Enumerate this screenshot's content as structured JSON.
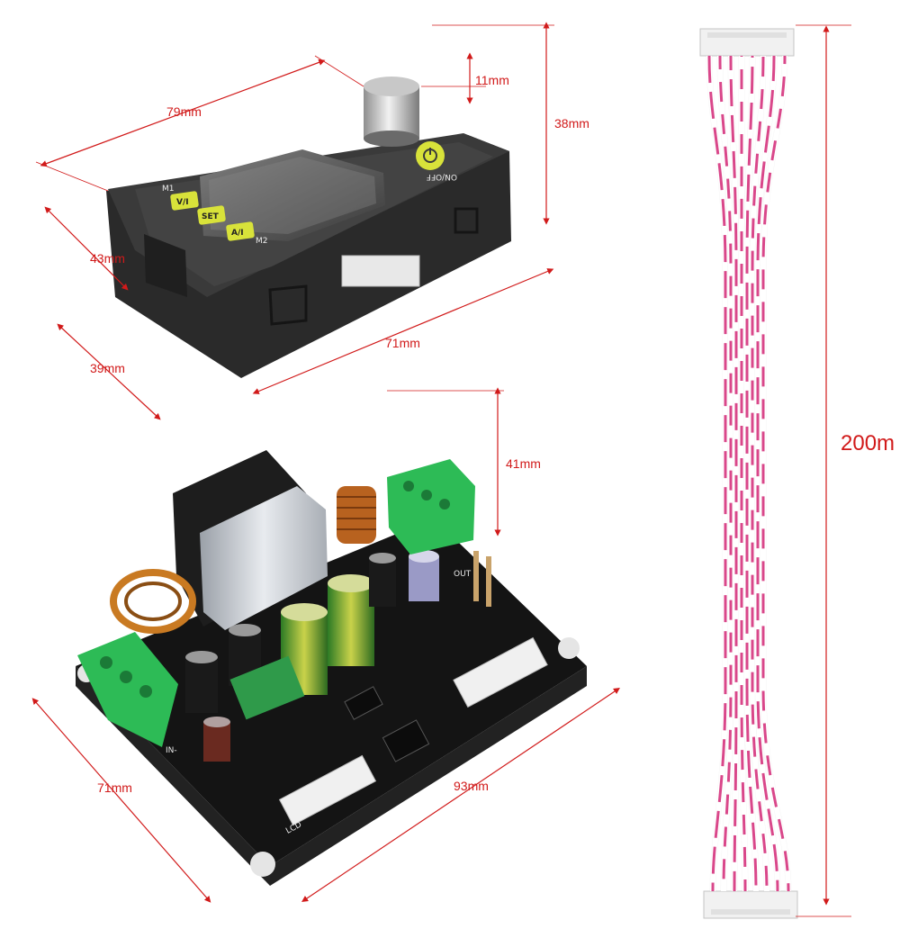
{
  "dimensions": {
    "module_width": "79mm",
    "knob_height": "11mm",
    "module_height": "38mm",
    "module_depth": "43mm",
    "panel_depth": "39mm",
    "panel_width": "71mm",
    "board_height": "41mm",
    "board_depth": "71mm",
    "board_width": "93mm",
    "cable_length": "200m"
  },
  "module": {
    "btn_vi": "V/I",
    "btn_set": "SET",
    "btn_ai": "A/I",
    "label_m1": "M1",
    "label_m2": "M2",
    "label_onoff": "ON/OFF"
  },
  "board": {
    "label_in": "IN-",
    "label_out": "OUT",
    "label_lcd": "LCD"
  },
  "colors": {
    "dimension_red": "#d11a1a",
    "button_yellow": "#d8e23a",
    "terminal_green": "#2dbb56",
    "cable_pink": "#d9478a"
  }
}
